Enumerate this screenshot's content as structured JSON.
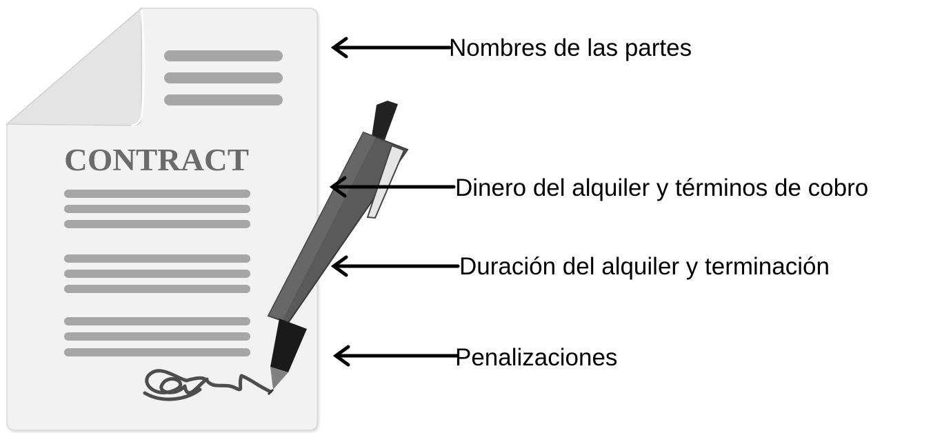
{
  "document": {
    "title": "CONTRACT"
  },
  "labels": [
    {
      "id": "parties",
      "text": "Nombres de las partes"
    },
    {
      "id": "rent",
      "text": "Dinero del alquiler y términos de cobro"
    },
    {
      "id": "duration",
      "text": "Duración del alquiler y terminación"
    },
    {
      "id": "penalties",
      "text": "Penalizaciones"
    }
  ],
  "colors": {
    "page": "#f2f2f2",
    "page_border": "#d9d9d9",
    "text_lines": "#a6a6a6",
    "title": "#6b6b6b",
    "pen_body": "#595959",
    "pen_tip": "#1a1a1a",
    "arrows": "#000000"
  }
}
